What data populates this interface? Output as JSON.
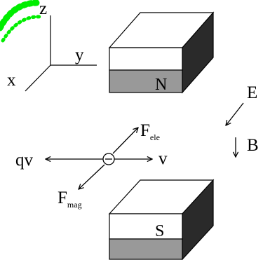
{
  "axes": {
    "z": "z",
    "y": "y",
    "x": "x"
  },
  "magnets": {
    "top": {
      "pole": "N"
    },
    "bottom": {
      "pole": "S"
    }
  },
  "fields": {
    "E": "E",
    "B": "B"
  },
  "particle": {
    "qv": "qv",
    "v": "v",
    "f_ele_main": "F",
    "f_ele_sub": "ele",
    "f_mag_main": "F",
    "f_mag_sub": "mag"
  },
  "watermark": {
    "color": "#00ee00"
  },
  "colors": {
    "magnet_top_face": "#ffffff",
    "magnet_band": "#999999",
    "magnet_side": "#2a2a2a"
  }
}
